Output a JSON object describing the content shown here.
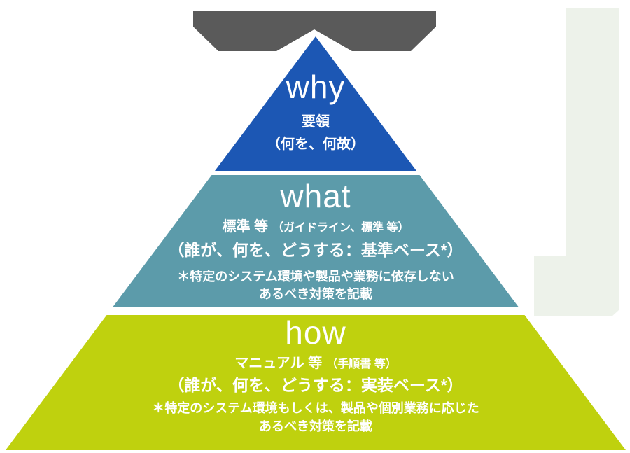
{
  "colors": {
    "banner_gray": "#5A5A5A",
    "sidebar_gray": "#EDF2EA",
    "why_blue": "#1C57B4",
    "what_teal": "#5C9BAA",
    "how_lime": "#BFD10E",
    "text_white": "#FFFFFF"
  },
  "pyramid": {
    "why": {
      "title": "why",
      "line1": "要領",
      "line2": "（何を、何故）"
    },
    "what": {
      "title": "what",
      "label_main": "標準 等",
      "label_paren": "（ガイドライン、標準 等）",
      "line2": "（誰が、何を、どうする：基準ベース*）",
      "note1": "＊特定のシステム環境や製品や業務に依存しない",
      "note2": "あるべき対策を記載"
    },
    "how": {
      "title": "how",
      "label_main": "マニュアル 等",
      "label_paren": "（手順書 等）",
      "line2": "（誰が、何を、どうする：実装ベース*）",
      "note1": "＊特定のシステム環境もしくは、製品や個別業務に応じた",
      "note2": "あるべき対策を記載"
    }
  }
}
